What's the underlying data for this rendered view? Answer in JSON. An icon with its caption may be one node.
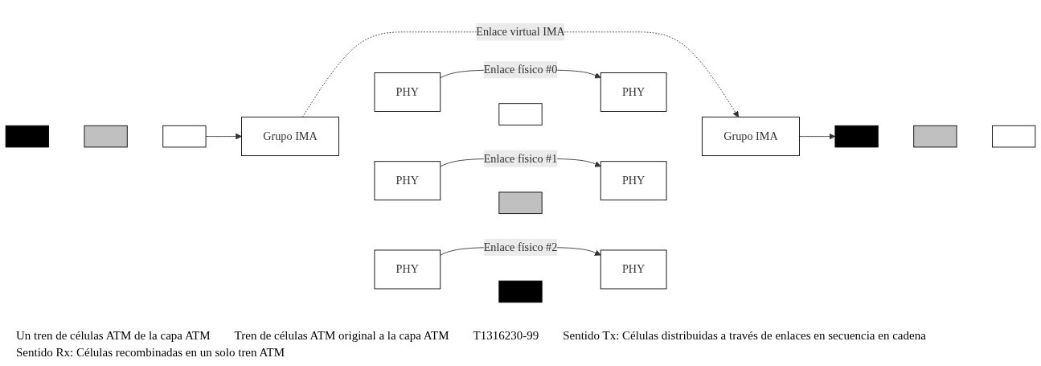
{
  "diagram": {
    "nodes": [
      {
        "text": [],
        "shape": "box"
      },
      {
        "text": [],
        "shape": "box"
      },
      {
        "text": [],
        "shape": "box"
      },
      {
        "text": [
          "Grupo IMA"
        ]
      },
      {
        "text": [
          "PHY"
        ]
      },
      {
        "text": [
          "PHY"
        ]
      },
      {
        "text": [
          "PHY"
        ]
      },
      {
        "text": [],
        "shape": "box"
      },
      {
        "text": [],
        "shape": "box"
      },
      {
        "text": [],
        "shape": "box"
      },
      {
        "text": [
          "PHY"
        ]
      },
      {
        "text": [
          "PHY"
        ]
      },
      {
        "text": [
          "PHY"
        ]
      },
      {
        "text": [
          "Grupo IMA"
        ]
      },
      {
        "text": [],
        "shape": "box"
      },
      {
        "text": [],
        "shape": "box"
      },
      {
        "text": [],
        "shape": "box"
      }
    ],
    "edges": [
      {
        "from": 2,
        "to": 3,
        "arrow": "to"
      },
      {
        "from": 4,
        "to": 10,
        "arrow": "to",
        "label": "Enlace físico #0"
      },
      {
        "from": 5,
        "to": 11,
        "arrow": "to",
        "label": "Enlace físico #1"
      },
      {
        "from": 6,
        "to": 12,
        "arrow": "to",
        "label": "Enlace físico #2"
      },
      {
        "from": 13,
        "to": 14,
        "arrow": "to"
      },
      {
        "from": 3,
        "to": 13,
        "arrow": "to",
        "label": "Enlace virtual IMA",
        "style": "dashed"
      }
    ],
    "labels": [
      "Un tren de células ATM de la capa ATM",
      "Tren de células ATM original a la capa ATM",
      "T1316230-99",
      "Sentido Tx: Células distribuidas a través de enlaces en secuencia en cadena",
      "Sentido Rx: Células recombinadas en un solo tren ATM"
    ]
  }
}
